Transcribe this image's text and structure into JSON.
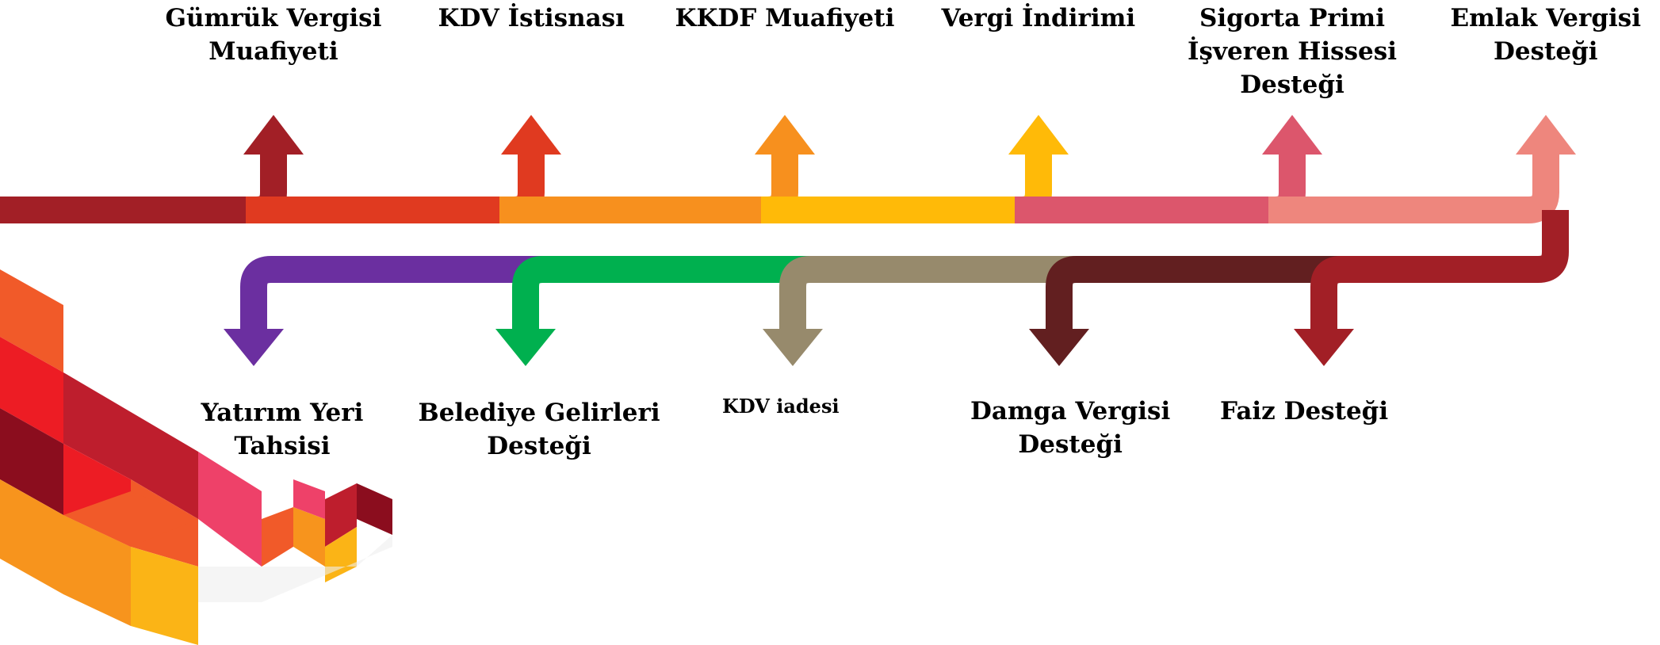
{
  "top_items": [
    {
      "lines": [
        "Gümrük Vergisi",
        "Muafiyeti"
      ],
      "color": "#A21F26"
    },
    {
      "lines": [
        "KDV İstisnası"
      ],
      "color": "#E03A20"
    },
    {
      "lines": [
        "KKDF Muafiyeti"
      ],
      "color": "#F7901E"
    },
    {
      "lines": [
        "Vergi İndirimi"
      ],
      "color": "#FFBA08"
    },
    {
      "lines": [
        "Sigorta Primi",
        "İşveren Hissesi",
        "Desteği"
      ],
      "color": "#DC566C"
    },
    {
      "lines": [
        "Emlak Vergisi",
        "Desteği"
      ],
      "color": "#EE867D"
    }
  ],
  "bottom_items": [
    {
      "lines": [
        "Yatırım Yeri",
        "Tahsisi"
      ],
      "color": "#6B2FA0"
    },
    {
      "lines": [
        "Belediye Gelirleri",
        "Desteği"
      ],
      "color": "#00B04F"
    },
    {
      "lines": [
        "KDV iadesi"
      ],
      "color": "#978A6C"
    },
    {
      "lines": [
        "Damga Vergisi",
        "Desteği"
      ],
      "color": "#621F20"
    },
    {
      "lines": [
        "Faiz Desteği"
      ],
      "color": "#A21F26"
    }
  ],
  "cube_colors": [
    "#F15A29",
    "#ED1C24",
    "#BE1E2D",
    "#8B0D1E",
    "#F7941D",
    "#FBB416",
    "#EE4169"
  ]
}
